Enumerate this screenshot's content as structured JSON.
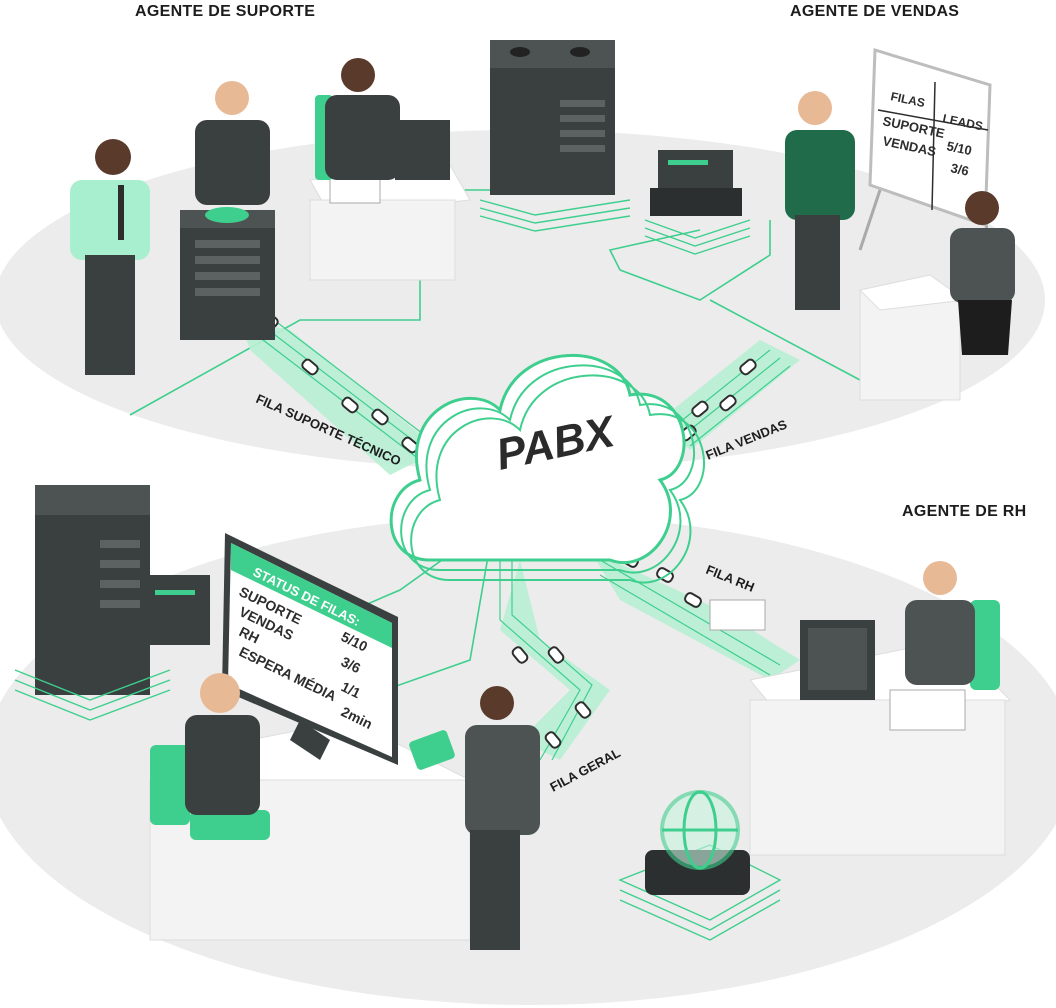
{
  "headers": {
    "suporte": "AGENTE DE SUPORTE",
    "vendas": "AGENTE DE VENDAS",
    "rh": "AGENTE DE RH"
  },
  "center": {
    "label": "PABX"
  },
  "queues": {
    "suporte": "FILA SUPORTE TÉCNICO",
    "vendas": "FILA VENDAS",
    "rh": "FILA RH",
    "geral": "FILA GERAL"
  },
  "whiteboard": {
    "col1": "FILAS",
    "col2": "LEADS",
    "rows": [
      {
        "name": "SUPORTE",
        "value": "5/10"
      },
      {
        "name": "VENDAS",
        "value": "3/6"
      }
    ]
  },
  "monitor": {
    "title": "STATUS DE FILAS:",
    "rows": [
      {
        "name": "SUPORTE",
        "value": "5/10"
      },
      {
        "name": "VENDAS",
        "value": "3/6"
      },
      {
        "name": "RH",
        "value": "1/1"
      },
      {
        "name": "ESPERA MÉDIA",
        "value": "2min"
      }
    ]
  },
  "colors": {
    "accent": "#3ecf8e",
    "accent_light": "#a8efcf",
    "dark": "#3a3f3f",
    "floor": "#ececec"
  },
  "icons": [
    "phone-icon",
    "server-icon",
    "cloud-icon",
    "globe-icon",
    "monitor-icon"
  ]
}
